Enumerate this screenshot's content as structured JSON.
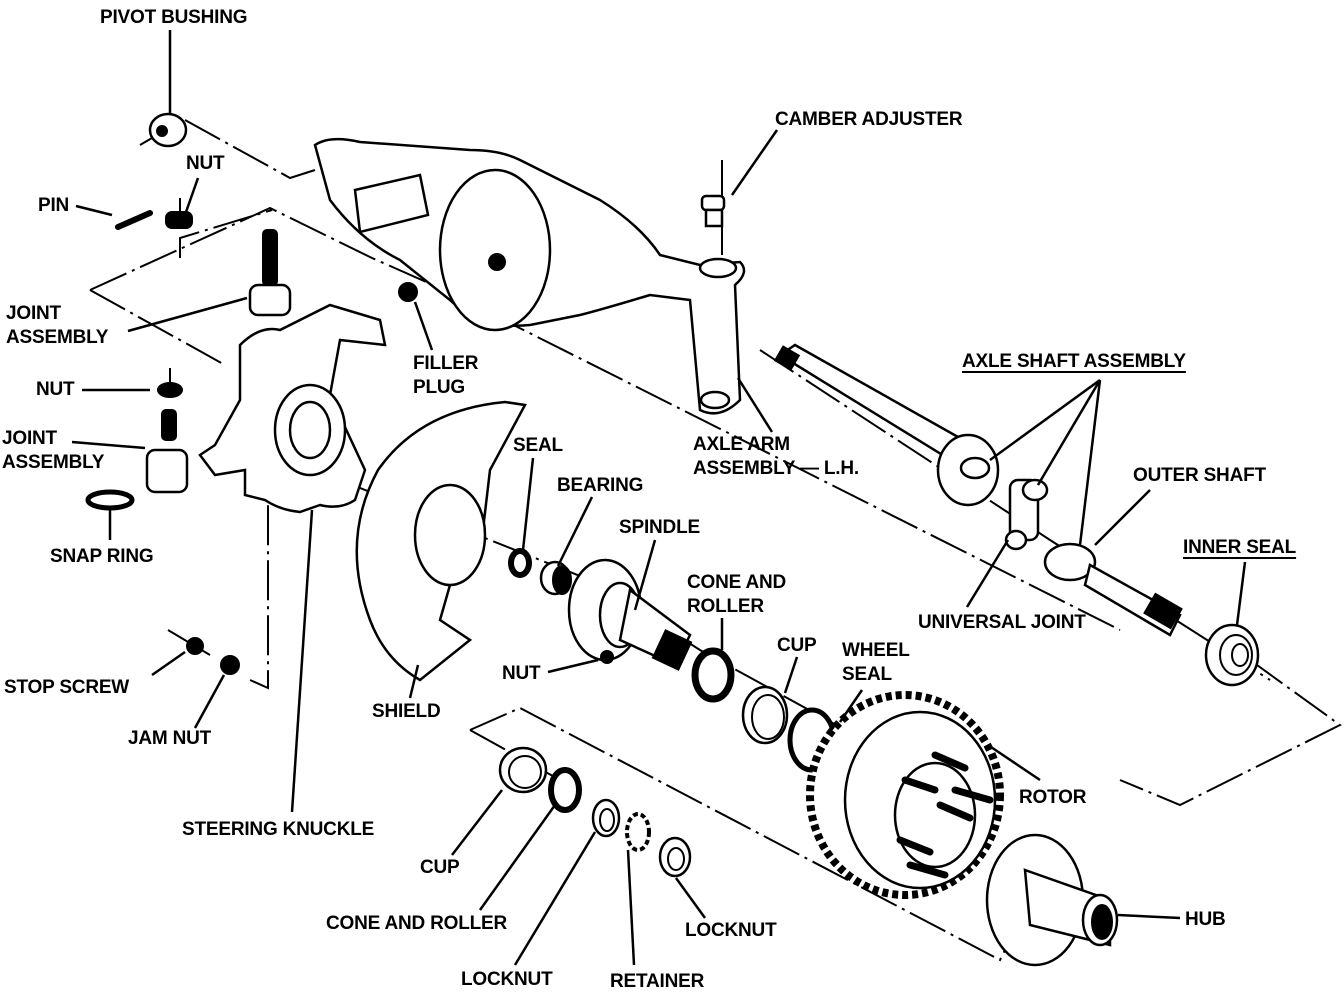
{
  "diagram": {
    "title": "Front axle / hub exploded view — L.H.",
    "labels": {
      "pivot_bushing": "PIVOT BUSHING",
      "nut_top": "NUT",
      "pin": "PIN",
      "joint_assembly_upper": "JOINT\nASSEMBLY",
      "nut_mid": "NUT",
      "joint_assembly_lower": "JOINT\nASSEMBLY",
      "snap_ring": "SNAP RING",
      "stop_screw": "STOP SCREW",
      "jam_nut": "JAM NUT",
      "steering_knuckle": "STEERING KNUCKLE",
      "filler_plug": "FILLER\nPLUG",
      "shield": "SHIELD",
      "camber_adjuster": "CAMBER ADJUSTER",
      "axle_arm_assembly": "AXLE ARM\nASSEMBLY — L.H.",
      "axle_shaft_assembly": "AXLE SHAFT ASSEMBLY",
      "outer_shaft": "OUTER SHAFT",
      "universal_joint": "UNIVERSAL JOINT",
      "inner_seal": "INNER SEAL",
      "seal": "SEAL",
      "bearing": "BEARING",
      "spindle": "SPINDLE",
      "nut_spindle": "NUT",
      "cone_and_roller_upper": "CONE AND\nROLLER",
      "cup_upper": "CUP",
      "wheel_seal": "WHEEL\nSEAL",
      "rotor": "ROTOR",
      "hub": "HUB",
      "cup_lower": "CUP",
      "cone_and_roller_lower": "CONE AND ROLLER",
      "locknut_left": "LOCKNUT",
      "retainer": "RETAINER",
      "locknut_right": "LOCKNUT"
    }
  }
}
